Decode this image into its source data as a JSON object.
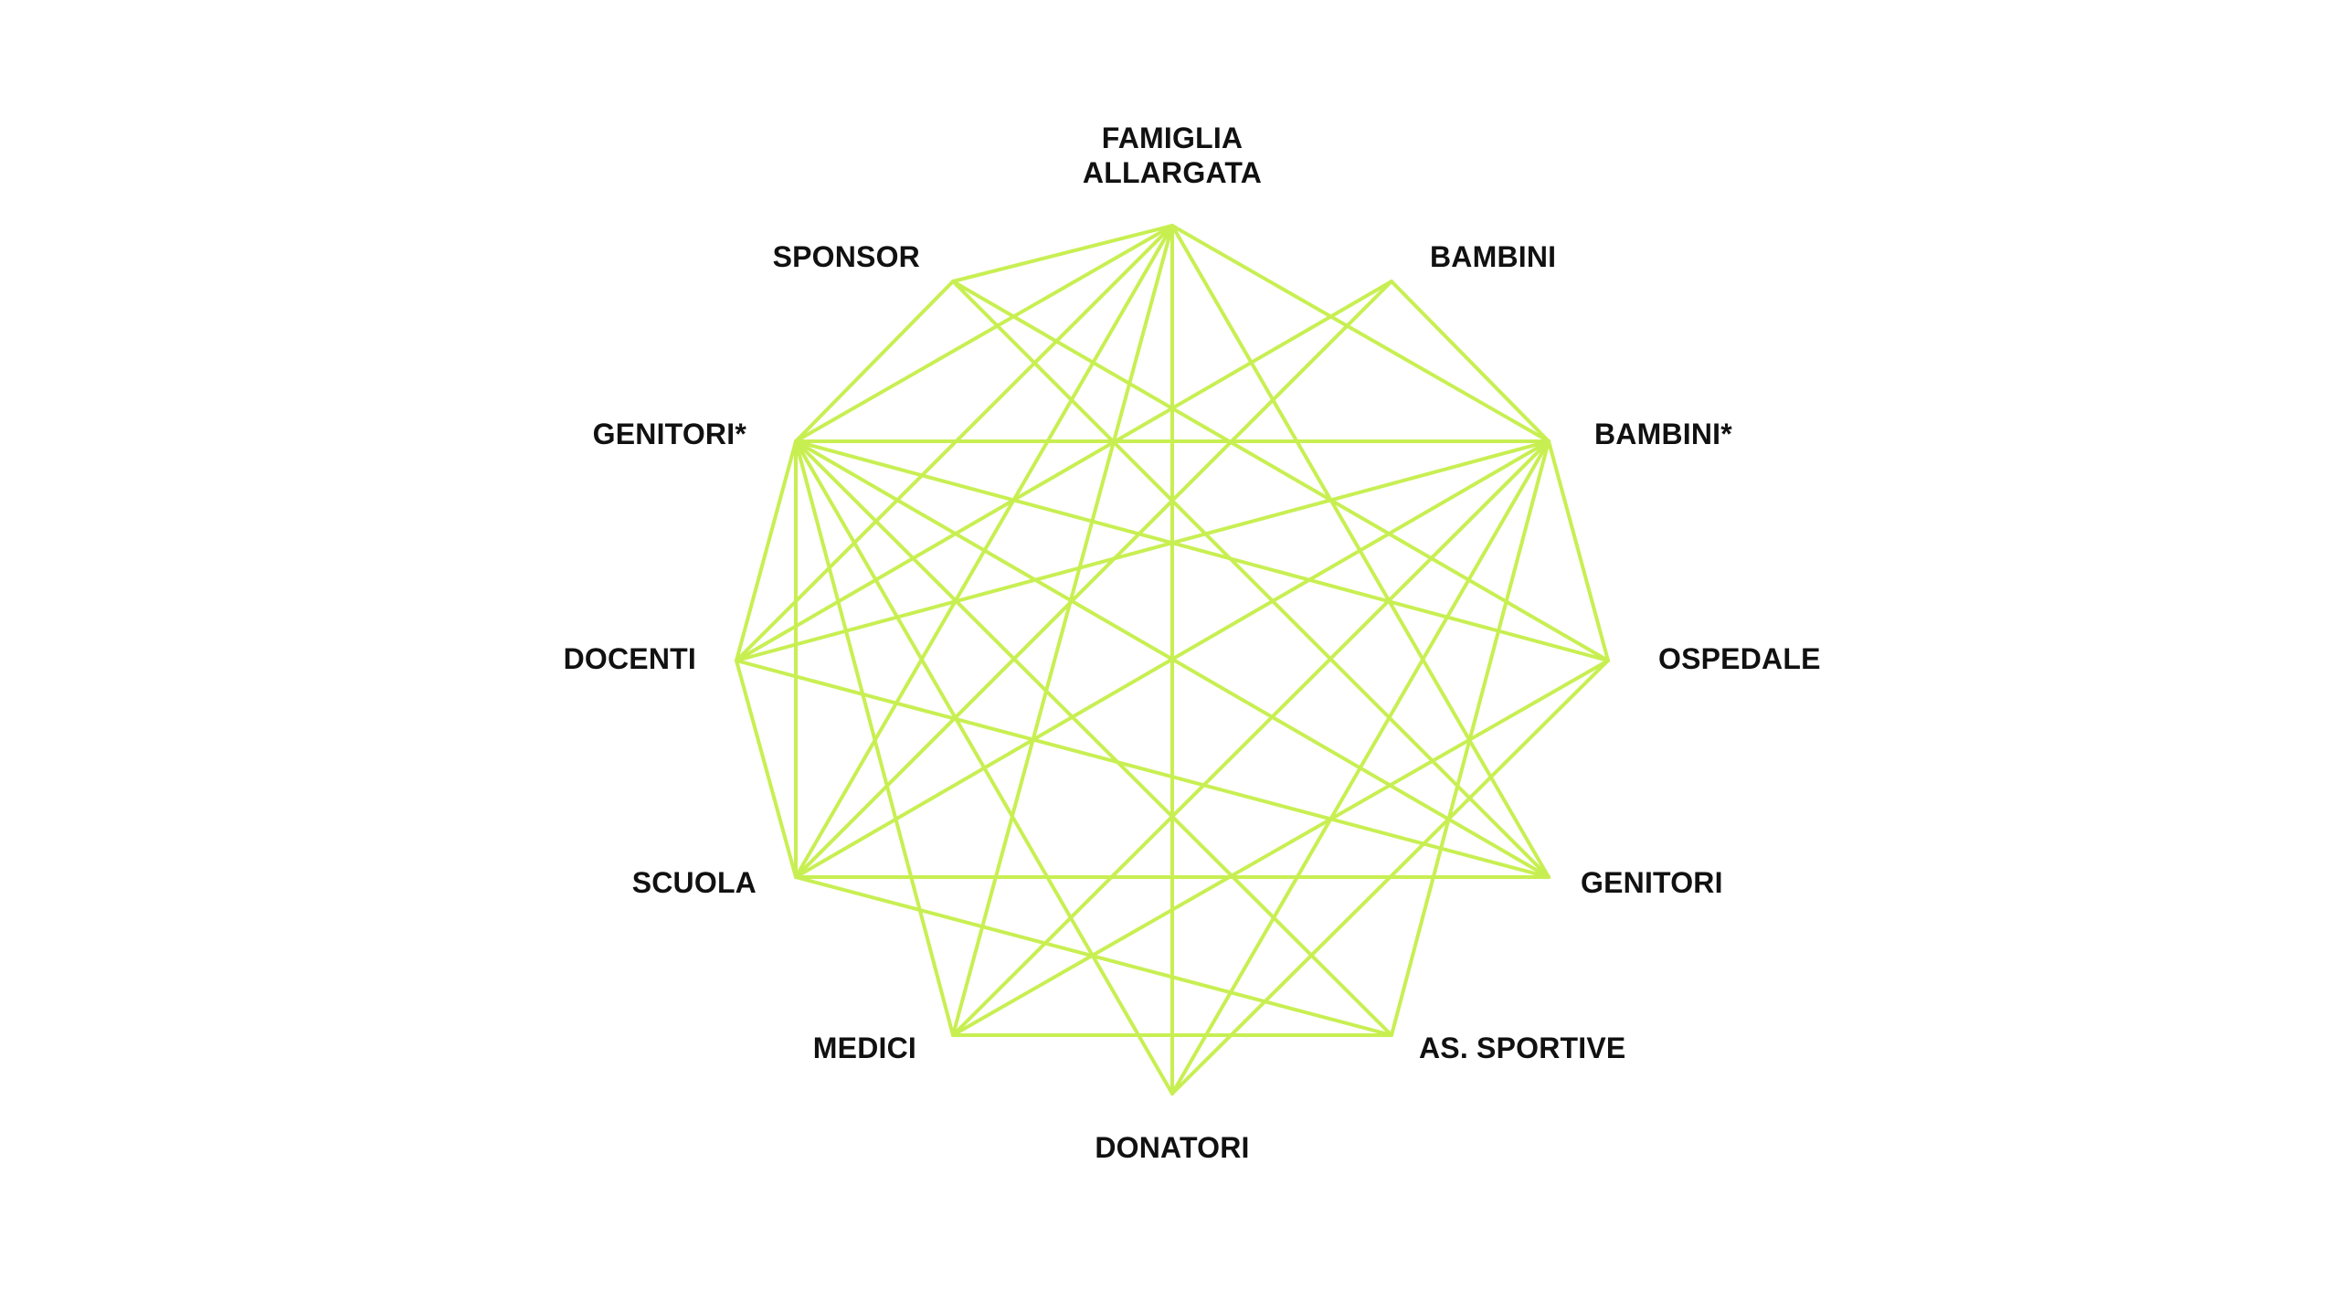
{
  "diagram": {
    "line_color": "#c8ef52",
    "label_color": "#111111",
    "nodes": [
      {
        "id": "famiglia_allargata",
        "label_lines": [
          "FAMIGLIA",
          "ALLARGATA"
        ]
      },
      {
        "id": "bambini",
        "label_lines": [
          "BAMBINI"
        ]
      },
      {
        "id": "bambini_star",
        "label_lines": [
          "BAMBINI*"
        ]
      },
      {
        "id": "ospedale",
        "label_lines": [
          "OSPEDALE"
        ]
      },
      {
        "id": "genitori",
        "label_lines": [
          "GENITORI"
        ]
      },
      {
        "id": "as_sportive",
        "label_lines": [
          "AS. SPORTIVE"
        ]
      },
      {
        "id": "donatori",
        "label_lines": [
          "DONATORI"
        ]
      },
      {
        "id": "medici",
        "label_lines": [
          "MEDICI"
        ]
      },
      {
        "id": "scuola",
        "label_lines": [
          "SCUOLA"
        ]
      },
      {
        "id": "docenti",
        "label_lines": [
          "DOCENTI"
        ]
      },
      {
        "id": "genitori_star",
        "label_lines": [
          "GENITORI*"
        ]
      },
      {
        "id": "sponsor",
        "label_lines": [
          "SPONSOR"
        ]
      }
    ],
    "edges": [
      [
        "famiglia_allargata",
        "sponsor"
      ],
      [
        "famiglia_allargata",
        "genitori_star"
      ],
      [
        "famiglia_allargata",
        "docenti"
      ],
      [
        "famiglia_allargata",
        "scuola"
      ],
      [
        "famiglia_allargata",
        "medici"
      ],
      [
        "famiglia_allargata",
        "donatori"
      ],
      [
        "famiglia_allargata",
        "bambini_star"
      ],
      [
        "famiglia_allargata",
        "genitori"
      ],
      [
        "bambini",
        "bambini_star"
      ],
      [
        "bambini",
        "docenti"
      ],
      [
        "bambini",
        "scuola"
      ],
      [
        "bambini_star",
        "ospedale"
      ],
      [
        "bambini_star",
        "genitori_star"
      ],
      [
        "bambini_star",
        "docenti"
      ],
      [
        "bambini_star",
        "scuola"
      ],
      [
        "bambini_star",
        "medici"
      ],
      [
        "bambini_star",
        "donatori"
      ],
      [
        "bambini_star",
        "as_sportive"
      ],
      [
        "ospedale",
        "genitori_star"
      ],
      [
        "ospedale",
        "medici"
      ],
      [
        "ospedale",
        "donatori"
      ],
      [
        "ospedale",
        "sponsor"
      ],
      [
        "genitori",
        "genitori_star"
      ],
      [
        "genitori",
        "scuola"
      ],
      [
        "genitori",
        "docenti"
      ],
      [
        "genitori",
        "sponsor"
      ],
      [
        "as_sportive",
        "genitori_star"
      ],
      [
        "as_sportive",
        "scuola"
      ],
      [
        "as_sportive",
        "medici"
      ],
      [
        "donatori",
        "genitori_star"
      ],
      [
        "medici",
        "genitori_star"
      ],
      [
        "scuola",
        "genitori_star"
      ],
      [
        "docenti",
        "genitori_star"
      ],
      [
        "docenti",
        "scuola"
      ],
      [
        "sponsor",
        "genitori_star"
      ]
    ]
  }
}
